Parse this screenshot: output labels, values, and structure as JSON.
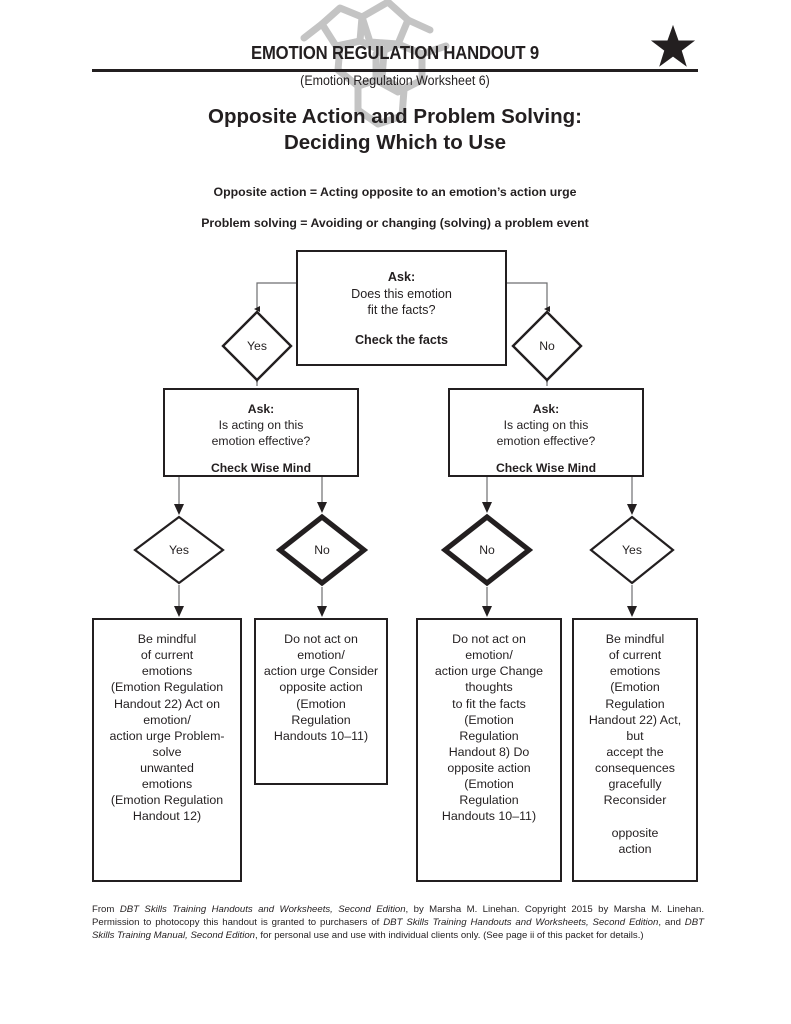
{
  "header": {
    "handout_title": "EMOTION REGULATION HANDOUT 9",
    "worksheet_ref": "(Emotion Regulation Worksheet 6)",
    "star_icon": "star-icon",
    "watermark_icon": "molecule-watermark"
  },
  "title": {
    "line1": "Opposite Action and Problem Solving:",
    "line2": "Deciding Which to Use"
  },
  "definitions": {
    "opposite_action": "Opposite action = Acting opposite to an emotion’s action urge",
    "problem_solving": "Problem solving = Avoiding or changing (solving) a problem event"
  },
  "flow": {
    "top_box": {
      "heading": "Ask:",
      "line1": "Does this emotion",
      "line2": "fit the facts?",
      "action": "Check the facts"
    },
    "branch_labels": {
      "top_yes": "Yes",
      "top_no": "No"
    },
    "wise_mind_left": {
      "heading": "Ask:",
      "line1": "Is acting on this",
      "line2": "emotion effective?",
      "action": "Check Wise Mind"
    },
    "wise_mind_right": {
      "heading": "Ask:",
      "line1": "Is acting on this",
      "line2": "emotion effective?",
      "action": "Check Wise Mind"
    },
    "second_branch_labels": {
      "left_yes": "Yes",
      "left_no": "No",
      "right_no": "No",
      "right_yes": "Yes"
    },
    "outcomes": [
      {
        "id": "outcome-be-mindful-act-problem-solve",
        "p1_bold": "Be mindful",
        "p1_rest": "of current\nemotions\n(Emotion Regulation\nHandout 22)",
        "p2_bold": "Act on",
        "p2_rest": "emotion/\naction urge",
        "p3_bold": "Problem-solve",
        "p3_rest": "unwanted\nemotions\n(Emotion Regulation\nHandout 12)"
      },
      {
        "id": "outcome-do-not-act-consider-opposite",
        "p1_bold": "Do not act on",
        "p1_rest": "emotion/\naction urge",
        "p2_pre": "Consider",
        "p2_bold": "opposite action",
        "p2_rest": "(Emotion\nRegulation\nHandouts 10–11)"
      },
      {
        "id": "outcome-do-not-act-change-thoughts",
        "p1_bold": "Do not act on",
        "p1_rest": "emotion/\naction urge",
        "p2_bold": "Change thoughts",
        "p2_rest": "to fit the facts\n(Emotion\nRegulation\nHandout 8)",
        "p3_pre": "Do",
        "p3_bold": "opposite action",
        "p3_rest": "(Emotion\nRegulation\nHandouts 10–11)"
      },
      {
        "id": "outcome-be-mindful-act-accept",
        "p1_bold": "Be mindful",
        "p1_rest": "of current\nemotions\n(Emotion\nRegulation\nHandout 22)",
        "p2_bold": "Act",
        "p2_rest": ", but\naccept the\nconsequences\ngracefully",
        "p3_pre": "Reconsider",
        "p3_bold": "opposite\naction"
      }
    ]
  },
  "footer": {
    "part1": "From ",
    "it1": "DBT Skills Training Handouts and Worksheets, Second Edition",
    "part2": ", by Marsha M. Linehan. Copyright 2015 by Marsha M. Linehan. Permission to photocopy this handout is granted to purchasers of ",
    "it2": "DBT Skills Training Handouts and Worksheets, Second Edition",
    "part3": ", and ",
    "it3": "DBT Skills Training Manual, Second Edition",
    "part4": ", for personal use and use with individual clients only. (See page ii of this packet for details.)"
  },
  "colors": {
    "ink": "#231f20",
    "watermark": "#c9c9c9",
    "thin_line": "#58595b"
  }
}
